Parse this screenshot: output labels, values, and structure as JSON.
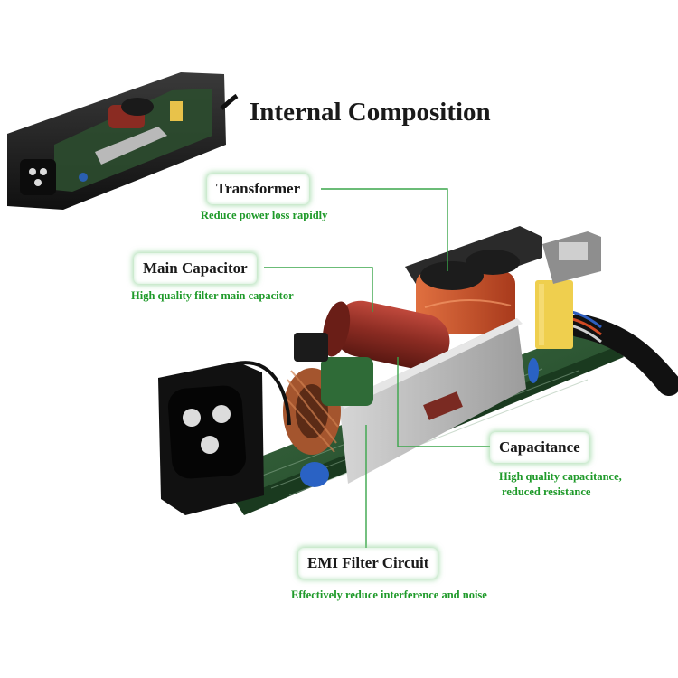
{
  "title": "Internal Composition",
  "callouts": [
    {
      "id": "transformer",
      "label": "Transformer",
      "desc": [
        "Reduce power loss rapidly"
      ]
    },
    {
      "id": "main-capacitor",
      "label": "Main Capacitor",
      "desc": [
        "High quality filter main capacitor"
      ]
    },
    {
      "id": "capacitance",
      "label": "Capacitance",
      "desc": [
        "High  quality capacitance,",
        "reduced resistance"
      ]
    },
    {
      "id": "emi-filter",
      "label": "EMI Filter Circuit",
      "desc": [
        "Effectively reduce interference and noise"
      ]
    }
  ],
  "colors": {
    "accent_green": "#1f9a2a",
    "leader_line": "#3aa64a",
    "pcb_green": "#2f5b35",
    "heatsink": "#b9b9b9",
    "capacitor_red": "#8a2b22",
    "transformer_orange": "#c9552a",
    "housing_black": "#1b1b1b"
  }
}
